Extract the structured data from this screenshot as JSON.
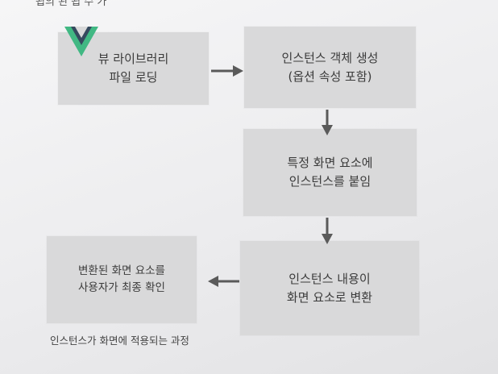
{
  "diagram": {
    "top_cut_text": "됩의 된 됩 수 가",
    "steps": [
      {
        "id": "load",
        "text": "뷰 라이브러리\n파일 로딩"
      },
      {
        "id": "create",
        "text": "인스턴스 객체 생성\n(옵션 속성 포함)"
      },
      {
        "id": "attach",
        "text": "특정 화면 요소에\n인스턴스를 붙임"
      },
      {
        "id": "convert",
        "text": "인스턴스 내용이\n화면 요소로 변환"
      },
      {
        "id": "confirm",
        "text": "변환된 화면 요소를\n사용자가 최종 확인"
      }
    ],
    "logo_icon": "vue-logo-icon",
    "arrow_icon": "arrow-icon",
    "caption": "인스턴스가 화면에 적용되는 과정"
  }
}
